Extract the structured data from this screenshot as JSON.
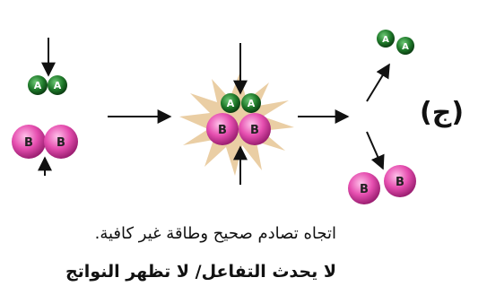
{
  "part_label": "(ج)",
  "caption_line1": "اتجاه تصادم صحيح وطاقة غير كافية.",
  "caption_line2": "لا يحدث التفاعل/ لا تظهر النواتج",
  "atom_a_letter": "A",
  "atom_b_letter": "B",
  "colors": {
    "atom_a_fill": "#1f7a2a",
    "atom_a_stroke": "#0b3d12",
    "atom_b_fill": "#e64fb0",
    "atom_b_stroke": "#9c1f72",
    "burst": "#e8c99a",
    "arrow": "#111111"
  }
}
